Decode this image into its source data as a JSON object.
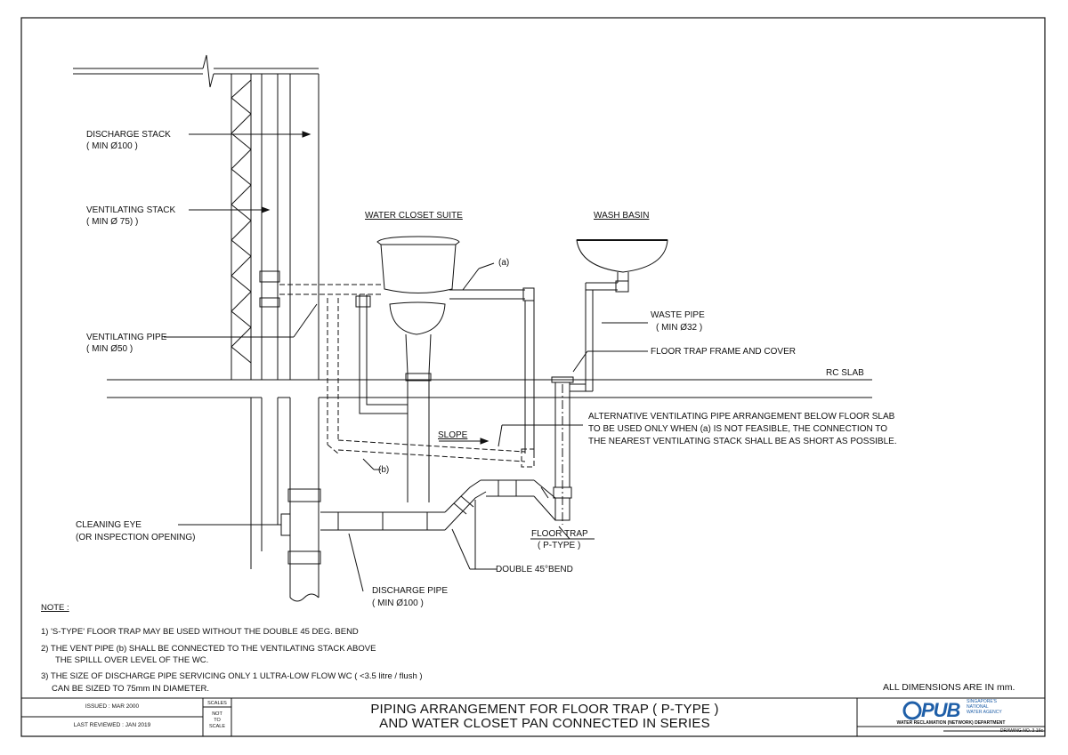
{
  "labels": {
    "discharge_stack": "DISCHARGE STACK",
    "discharge_stack_min": "( MIN Ø100 )",
    "ventilating_stack": "VENTILATING STACK",
    "ventilating_stack_min": "( MIN Ø 75) )",
    "ventilating_pipe": "VENTILATING PIPE",
    "ventilating_pipe_min": "( MIN Ø50 )",
    "water_closet_suite": "WATER CLOSET SUITE",
    "wash_basin": "WASH BASIN",
    "a_marker": "(a)",
    "waste_pipe": "WASTE PIPE",
    "waste_pipe_min": "( MIN Ø32 )",
    "floor_trap_frame": "FLOOR TRAP FRAME AND COVER",
    "rc_slab": "RC SLAB",
    "alt_line1": "ALTERNATIVE VENTILATING PIPE ARRANGEMENT BELOW FLOOR  SLAB",
    "alt_line2": "TO BE  USED ONLY WHEN (a) IS NOT FEASIBLE,  THE CONNECTION TO",
    "alt_line3": "THE NEAREST VENTILATING STACK SHALL BE AS SHORT AS POSSIBLE.",
    "slope": "SLOPE",
    "b_marker": "(b)",
    "cleaning_eye": "CLEANING EYE",
    "inspection_opening": "(OR INSPECTION OPENING)",
    "floor_trap": "FLOOR TRAP",
    "p_type": "( P-TYPE )",
    "double_bend": "DOUBLE 45°BEND",
    "discharge_pipe": "DISCHARGE PIPE",
    "discharge_pipe_min": "( MIN Ø100 )"
  },
  "notes": {
    "heading": "NOTE :",
    "n1": "1)  'S-TYPE' FLOOR TRAP MAY BE USED WITHOUT THE DOUBLE 45 DEG. BEND",
    "n2a": "2)  THE VENT PIPE (b) SHALL BE CONNECTED TO THE VENTILATING STACK ABOVE",
    "n2b": "THE SPILLL OVER LEVEL OF THE WC.",
    "n3a": "3)  THE SIZE OF DISCHARGE PIPE SERVICING ONLY 1 ULTRA-LOW FLOW WC ( <3.5 litre / flush )",
    "n3b": "CAN BE SIZED TO 75mm IN DIAMETER.",
    "dimensions": "ALL DIMENSIONS ARE IN mm."
  },
  "title_block": {
    "issued": "ISSUED :  MAR 2000",
    "last_reviewed": "LAST REVIEWED :  JAN 2019",
    "scales_label": "SCALES",
    "not_to_scale_1": "NOT",
    "not_to_scale_2": "TO",
    "not_to_scale_3": "SCALE",
    "title_line1": "PIPING ARRANGEMENT FOR FLOOR TRAP ( P-TYPE )",
    "title_line2": "AND WATER CLOSET PAN CONNECTED IN SERIES",
    "logo_text": "PUB",
    "logo_sub1": "SINGAPORE'S",
    "logo_sub2": "NATIONAL",
    "logo_sub3": "WATER AGENCY",
    "department": "WATER  RECLAMATION (NETWORK) DEPARTMENT",
    "drawing_no": "DRAWING NO. 3-16c"
  },
  "colors": {
    "line": "#111111",
    "logo": "#1f5fa8"
  }
}
